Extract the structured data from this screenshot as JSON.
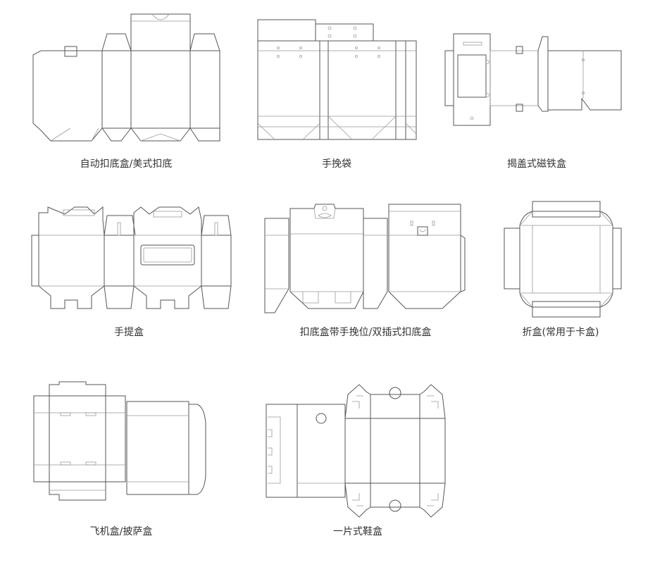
{
  "stroke_color": "#555555",
  "background": "#ffffff",
  "captions": [
    {
      "id": "auto-lock-bottom",
      "label": "自动扣底盒/美式扣底"
    },
    {
      "id": "handbag",
      "label": "手挽袋"
    },
    {
      "id": "magnetic-lid",
      "label": "揭盖式磁铁盒"
    },
    {
      "id": "handle-box",
      "label": "手提盒"
    },
    {
      "id": "lock-bottom-hanger",
      "label": "扣底盒带手挽位/双插式扣底盒"
    },
    {
      "id": "fold-box",
      "label": "折盒(常用于卡盒)"
    },
    {
      "id": "mailer-box",
      "label": "飞机盒/披萨盒"
    },
    {
      "id": "shoe-box",
      "label": "一片式鞋盒"
    }
  ]
}
